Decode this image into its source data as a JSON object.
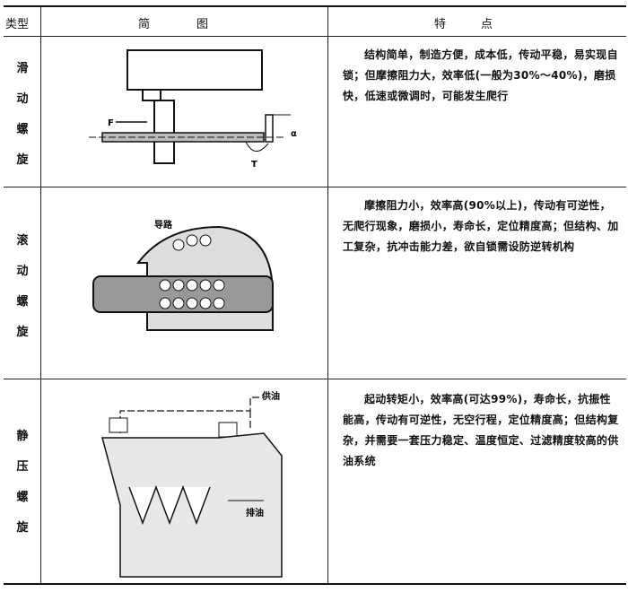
{
  "header": {
    "type": "类型",
    "diagram": "简　　　　图",
    "features": "特　　　点"
  },
  "rows": [
    {
      "type": [
        "滑",
        "动",
        "螺",
        "旋"
      ],
      "labels": {
        "force": "F",
        "angle": "α",
        "torque": "T"
      },
      "features": "结构简单，制造方便，成本低，传动平稳，易实现自锁；但摩擦阻力大，效率低(一般为30%～40%)，磨损快，低速或微调时，可能发生爬行"
    },
    {
      "type": [
        "滚",
        "动",
        "螺",
        "旋"
      ],
      "labels": {
        "guide": "导路"
      },
      "features": "摩擦阻力小，效率高(90%以上)，传动有可逆性，无爬行现象，磨损小，寿命长，定位精度高；但结构、加工复杂，抗冲击能力差，欲自锁需设防逆转机构"
    },
    {
      "type": [
        "静",
        "压",
        "螺",
        "旋"
      ],
      "labels": {
        "oil_in": "供油",
        "oil_out": "排油"
      },
      "features": "起动转矩小，效率高(可达99%)，寿命长，抗振性能高，传动有可逆性，无空行程，定位精度高；但结构复杂，并需要一套压力稳定、温度恒定、过滤精度较高的供油系统"
    }
  ]
}
